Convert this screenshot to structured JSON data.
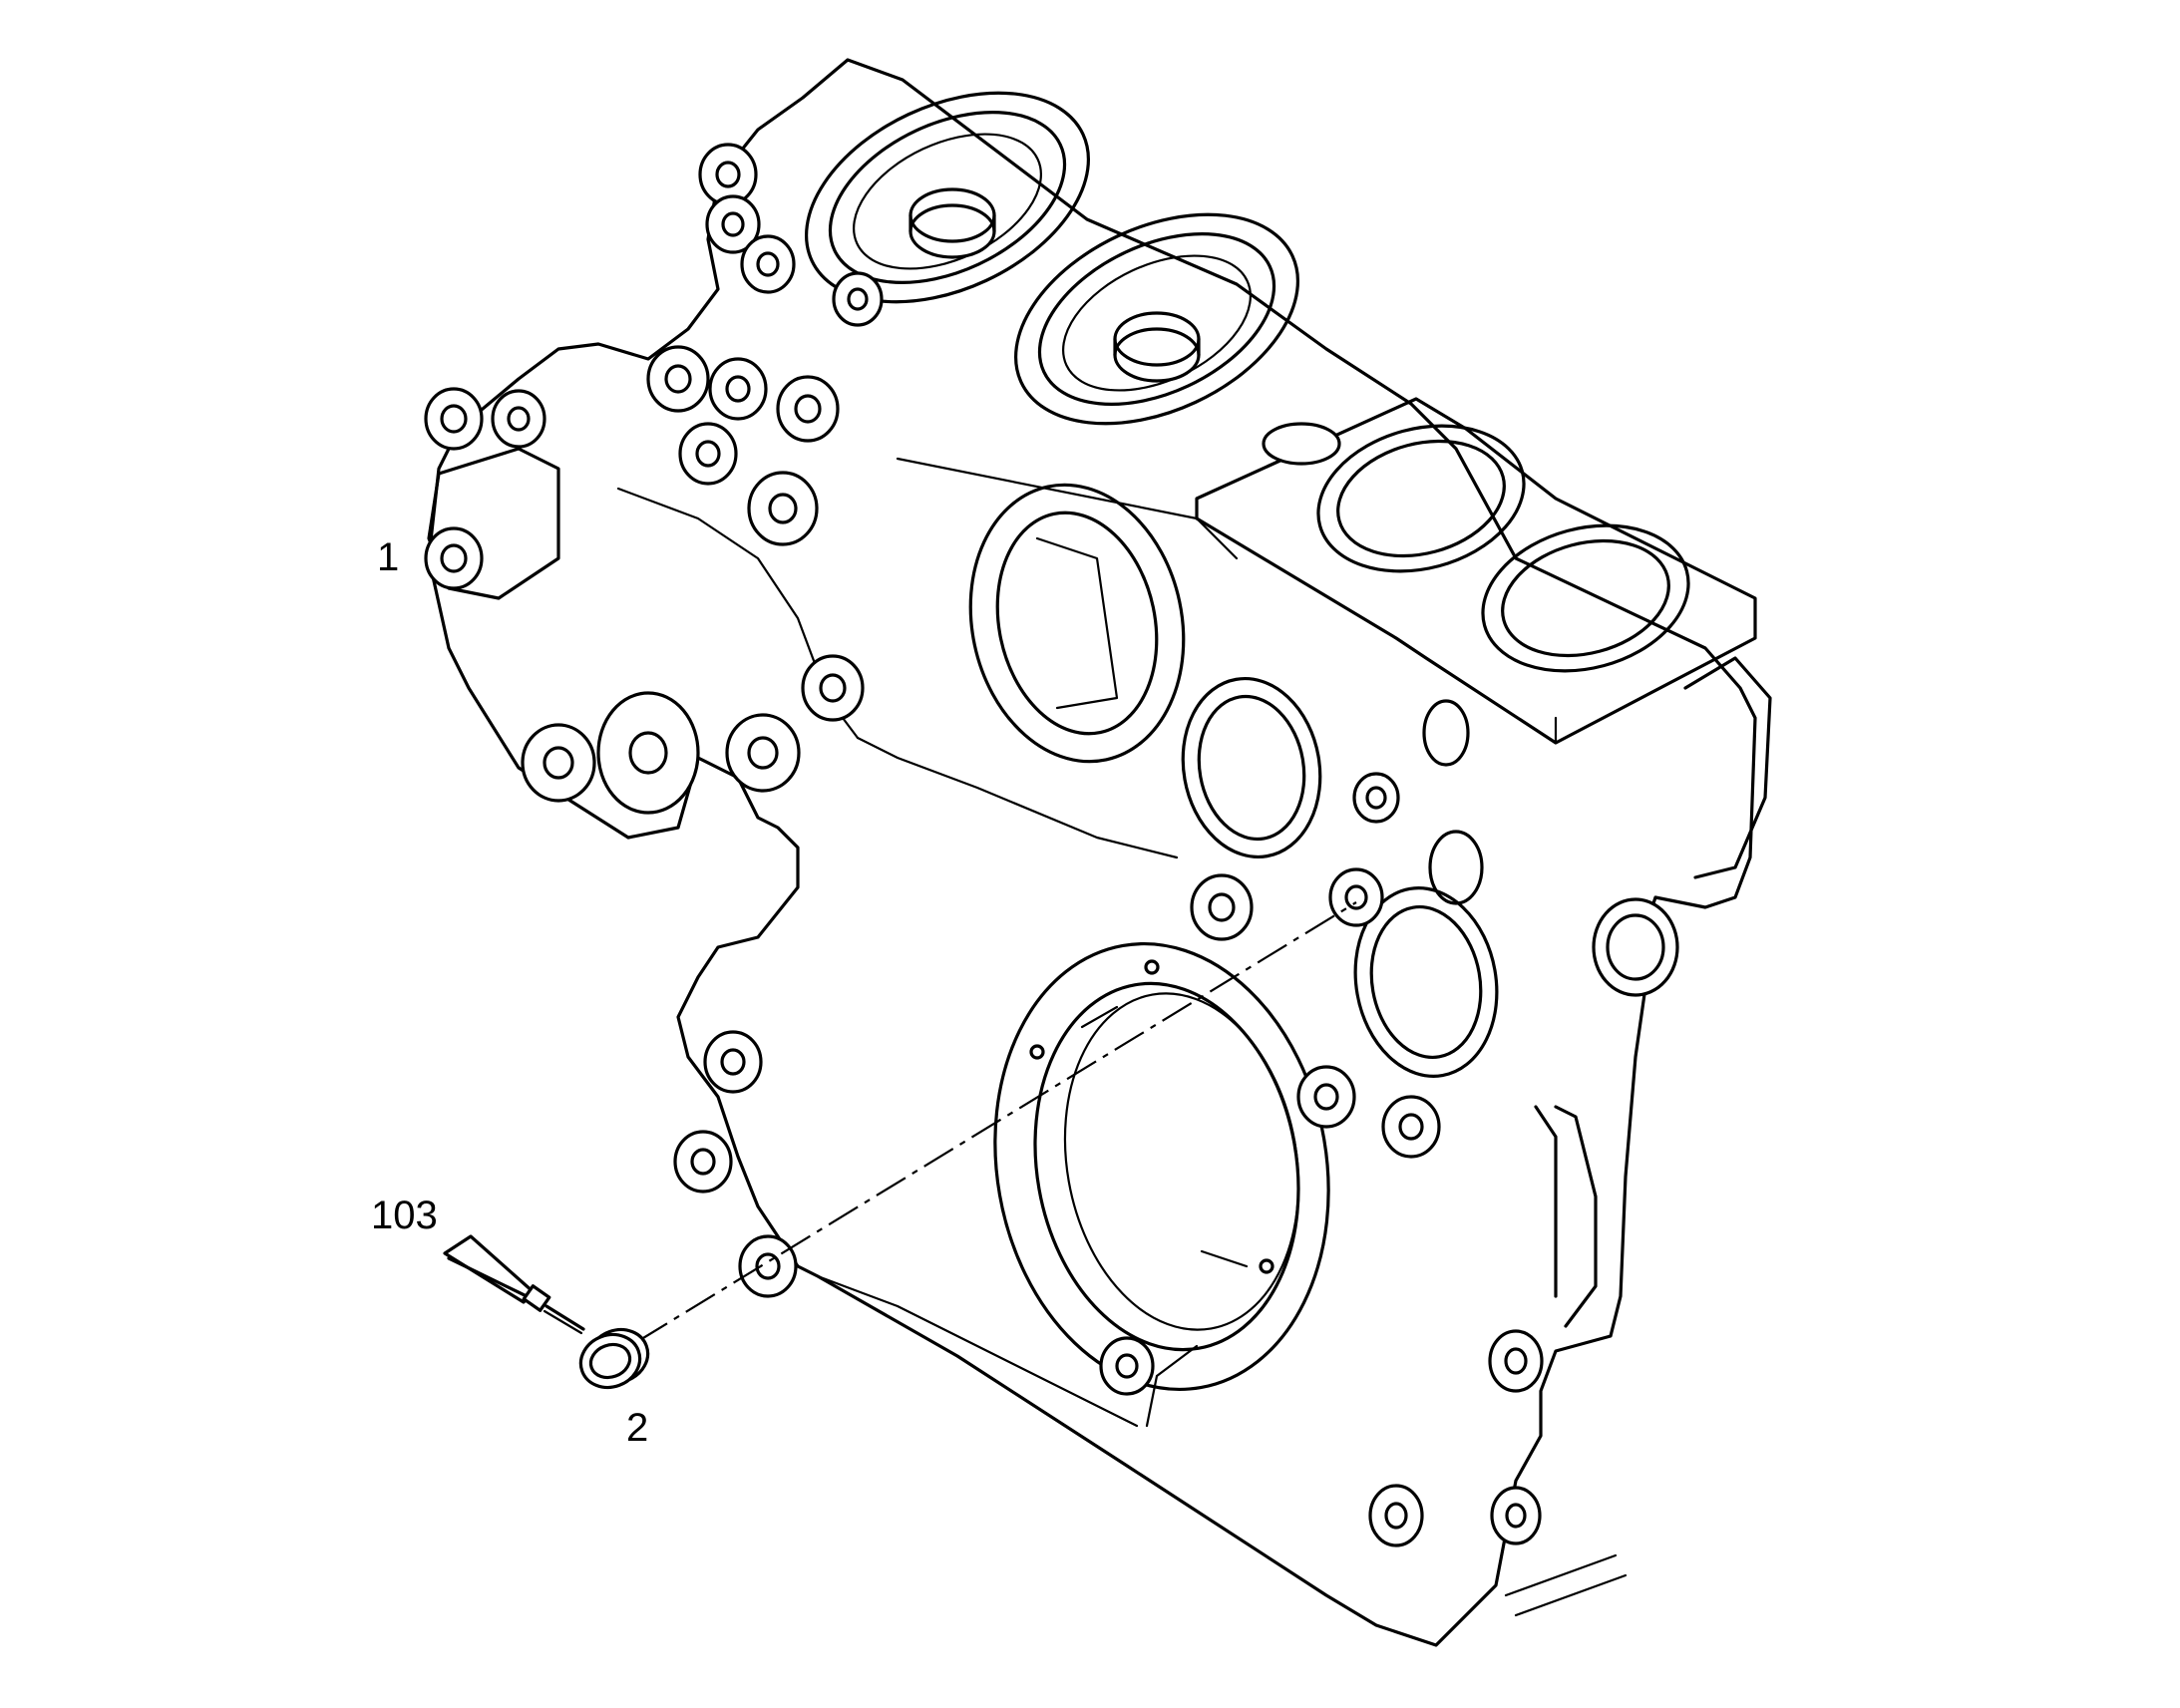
{
  "callouts": {
    "housing": "1",
    "plug": "2",
    "sealant": "103"
  }
}
